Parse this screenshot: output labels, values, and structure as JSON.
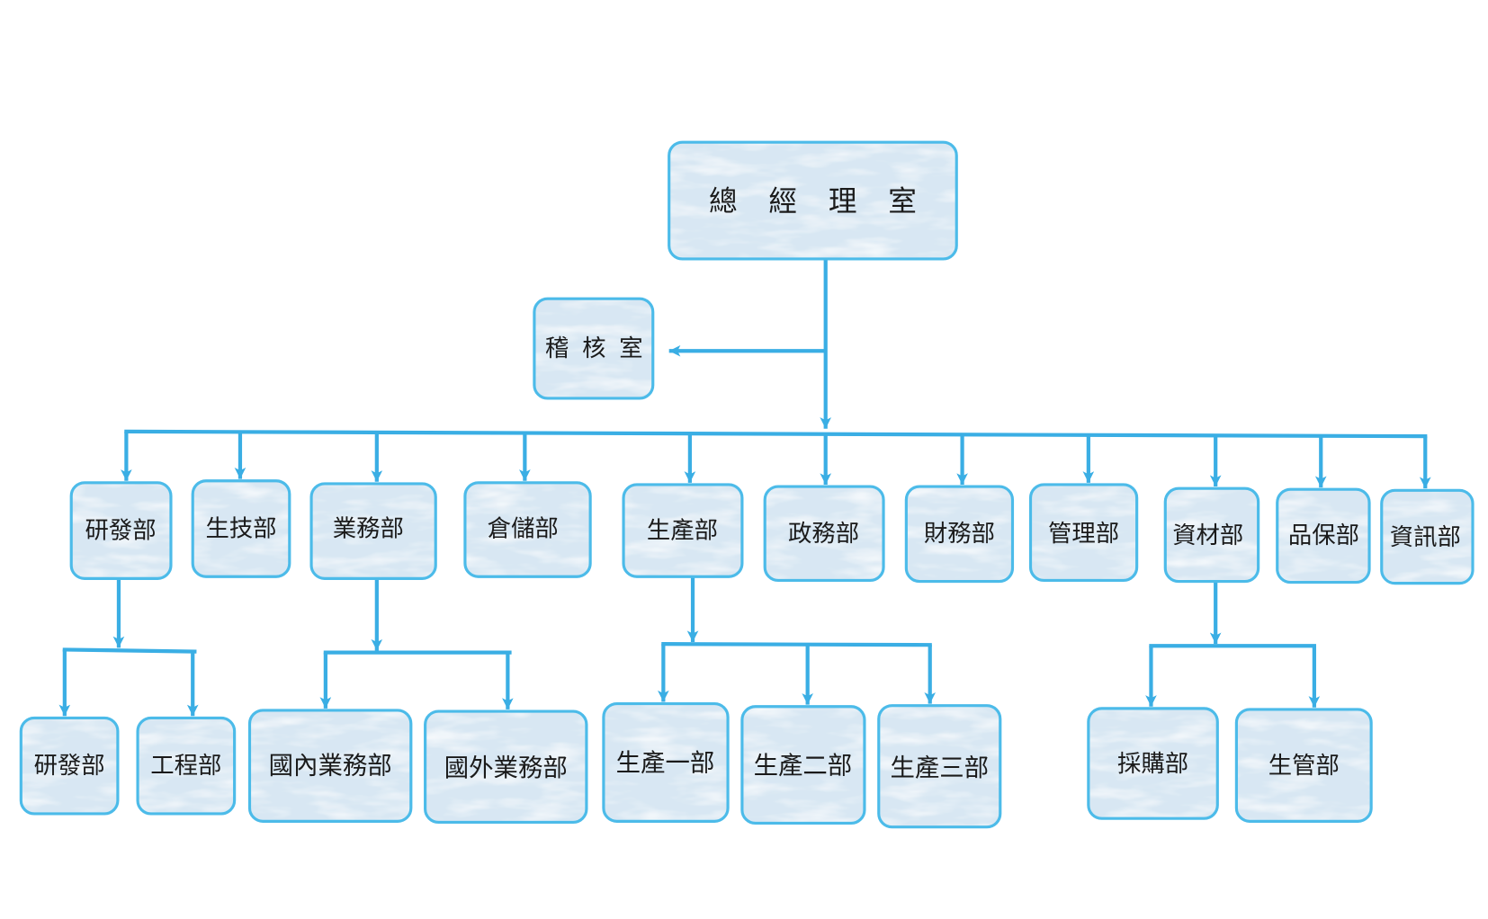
{
  "top": {
    "label": "總經理室"
  },
  "staff": {
    "label": "稽核室"
  },
  "departments": [
    {
      "label": "研發部",
      "children": [
        "研發部",
        "工程部"
      ]
    },
    {
      "label": "生技部"
    },
    {
      "label": "業務部",
      "children": [
        "國內業務部",
        "國外業務部"
      ]
    },
    {
      "label": "倉儲部"
    },
    {
      "label": "生產部",
      "children": [
        "生產一部",
        "生產二部",
        "生產三部"
      ]
    },
    {
      "label": "政務部"
    },
    {
      "label": "財務部"
    },
    {
      "label": "管理部"
    },
    {
      "label": "資材部",
      "children": [
        "採購部",
        "生管部"
      ]
    },
    {
      "label": "品保部"
    },
    {
      "label": "資訊部"
    }
  ],
  "colors": {
    "line": "#3aaee4",
    "box_border": "#4cbbe9",
    "box_fill": "#d8e7f3",
    "text": "#1a1a1a"
  }
}
